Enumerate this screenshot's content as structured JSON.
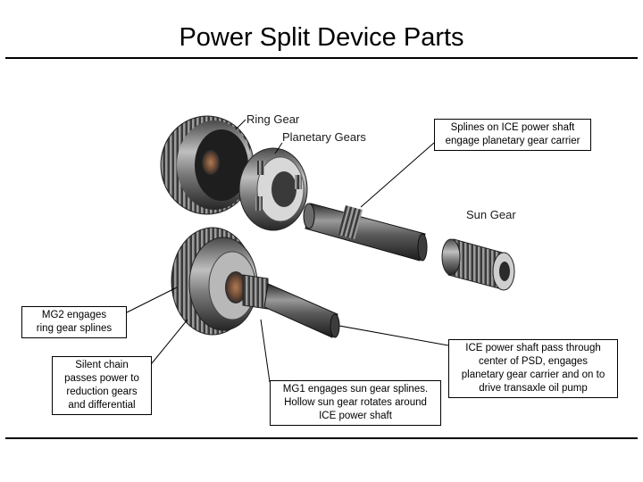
{
  "title": "Power Split Device Parts",
  "part_labels": {
    "ring_gear": "Ring Gear",
    "planetary_gears": "Planetary Gears",
    "sun_gear": "Sun Gear"
  },
  "callouts": {
    "splines_ice": [
      "Splines on ICE power shaft",
      "engage planetary gear carrier"
    ],
    "mg2": [
      "MG2 engages",
      "ring gear splines"
    ],
    "silent_chain": [
      "Silent chain",
      "passes power to",
      "reduction gears",
      "and differential"
    ],
    "mg1": [
      "MG1 engages sun gear splines.",
      "Hollow sun gear rotates around",
      "ICE power shaft"
    ],
    "ice_shaft": [
      "ICE power shaft pass through",
      "center of PSD, engages",
      "planetary gear carrier and on to",
      "drive transaxle oil pump"
    ]
  },
  "colors": {
    "metal_dark": "#2b2b2b",
    "metal_mid": "#777777",
    "metal_light": "#d8d8d8",
    "copper": "#b07a55"
  }
}
